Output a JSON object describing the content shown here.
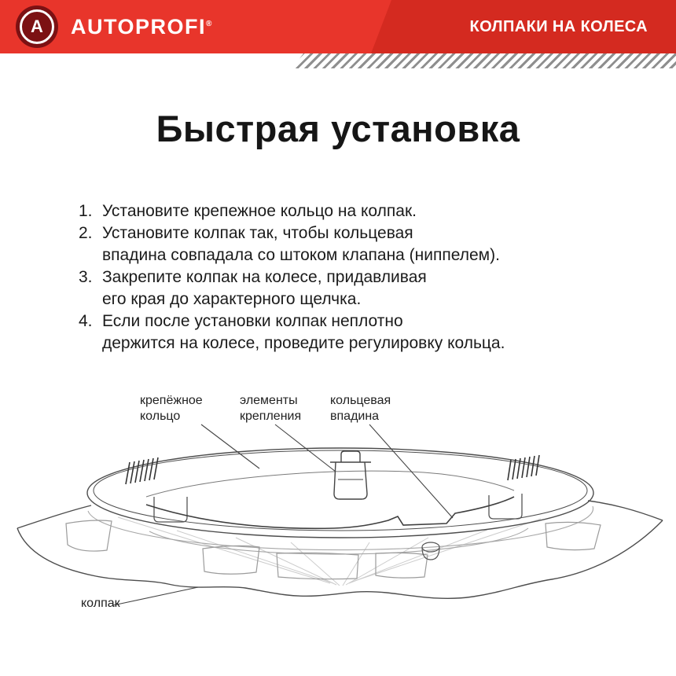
{
  "header": {
    "logo_letter": "A",
    "brand": "AUTOPROFI",
    "registered_mark": "®",
    "banner_title": "КОЛПАКИ НА КОЛЕСА"
  },
  "page_title": "Быстрая установка",
  "instructions": [
    {
      "num": "1.",
      "text": "Установите крепежное кольцо на колпак."
    },
    {
      "num": "2.",
      "text": "Установите колпак так, чтобы кольцевая\nвпадина совпадала со штоком клапана (ниппелем)."
    },
    {
      "num": "3.",
      "text": "Закрепите колпак на колесе, придавливая\nего края до характерного щелчка."
    },
    {
      "num": "4.",
      "text": "Если после установки колпак неплотно\nдержится на колесе, проведите регулировку кольца."
    }
  ],
  "diagram": {
    "labels": {
      "fastening_ring": "крепёжное кольцо",
      "fastening_elements": "элементы крепления",
      "ring_groove": "кольцевая впадина",
      "cap": "колпак"
    }
  },
  "colors": {
    "header_red_left": "#e8352b",
    "header_red_right": "#d42a20",
    "logo_maroon": "#7c1113",
    "hatch_gray": "#8f8f8f",
    "text_black": "#161616"
  }
}
